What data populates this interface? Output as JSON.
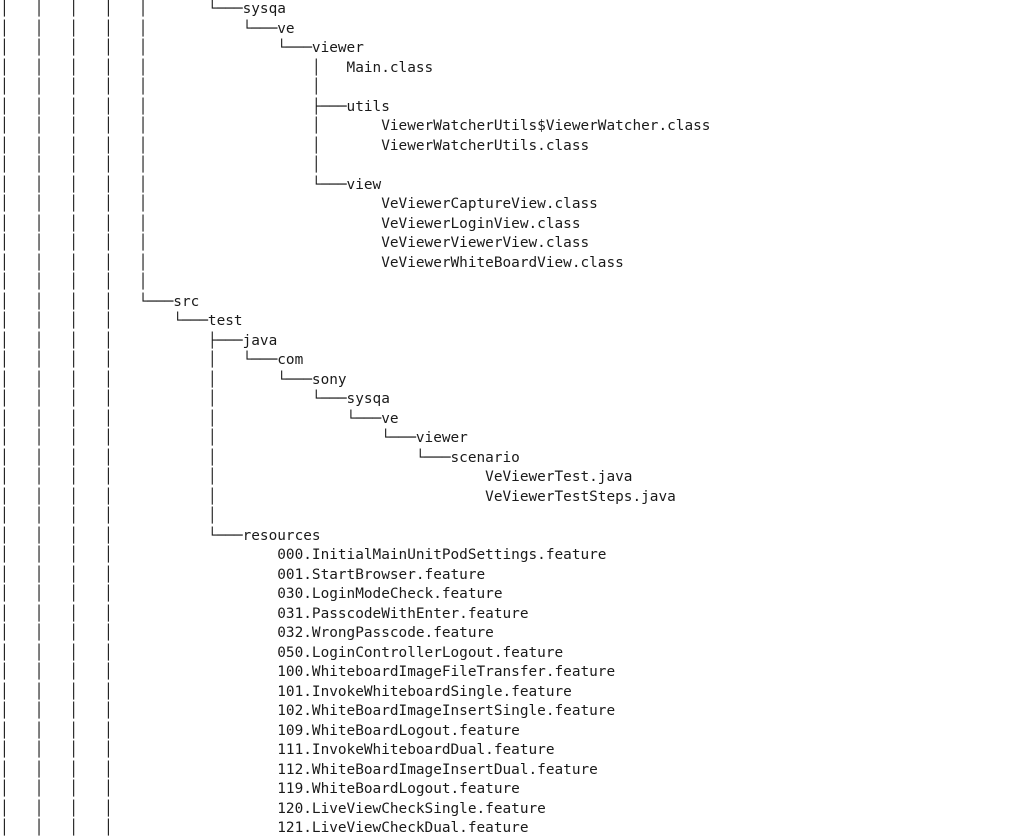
{
  "tree": {
    "lines": [
      "│   │   │   │   │       └───sysqa",
      "│   │   │   │   │           └───ve",
      "│   │   │   │   │               └───viewer",
      "│   │   │   │   │                   │   Main.class",
      "│   │   │   │   │                   │",
      "│   │   │   │   │                   ├───utils",
      "│   │   │   │   │                   │       ViewerWatcherUtils$ViewerWatcher.class",
      "│   │   │   │   │                   │       ViewerWatcherUtils.class",
      "│   │   │   │   │                   │",
      "│   │   │   │   │                   └───view",
      "│   │   │   │   │                           VeViewerCaptureView.class",
      "│   │   │   │   │                           VeViewerLoginView.class",
      "│   │   │   │   │                           VeViewerViewerView.class",
      "│   │   │   │   │                           VeViewerWhiteBoardView.class",
      "│   │   │   │   │",
      "│   │   │   │   └───src",
      "│   │   │   │       └───test",
      "│   │   │   │           ├───java",
      "│   │   │   │           │   └───com",
      "│   │   │   │           │       └───sony",
      "│   │   │   │           │           └───sysqa",
      "│   │   │   │           │               └───ve",
      "│   │   │   │           │                   └───viewer",
      "│   │   │   │           │                       └───scenario",
      "│   │   │   │           │                               VeViewerTest.java",
      "│   │   │   │           │                               VeViewerTestSteps.java",
      "│   │   │   │           │",
      "│   │   │   │           └───resources",
      "│   │   │   │                   000.InitialMainUnitPodSettings.feature",
      "│   │   │   │                   001.StartBrowser.feature",
      "│   │   │   │                   030.LoginModeCheck.feature",
      "│   │   │   │                   031.PasscodeWithEnter.feature",
      "│   │   │   │                   032.WrongPasscode.feature",
      "│   │   │   │                   050.LoginControllerLogout.feature",
      "│   │   │   │                   100.WhiteboardImageFileTransfer.feature",
      "│   │   │   │                   101.InvokeWhiteboardSingle.feature",
      "│   │   │   │                   102.WhiteBoardImageInsertSingle.feature",
      "│   │   │   │                   109.WhiteBoardLogout.feature",
      "│   │   │   │                   111.InvokeWhiteboardDual.feature",
      "│   │   │   │                   112.WhiteBoardImageInsertDual.feature",
      "│   │   │   │                   119.WhiteBoardLogout.feature",
      "│   │   │   │                   120.LiveViewCheckSingle.feature",
      "│   │   │   │                   121.LiveViewCheckDual.feature"
    ]
  }
}
